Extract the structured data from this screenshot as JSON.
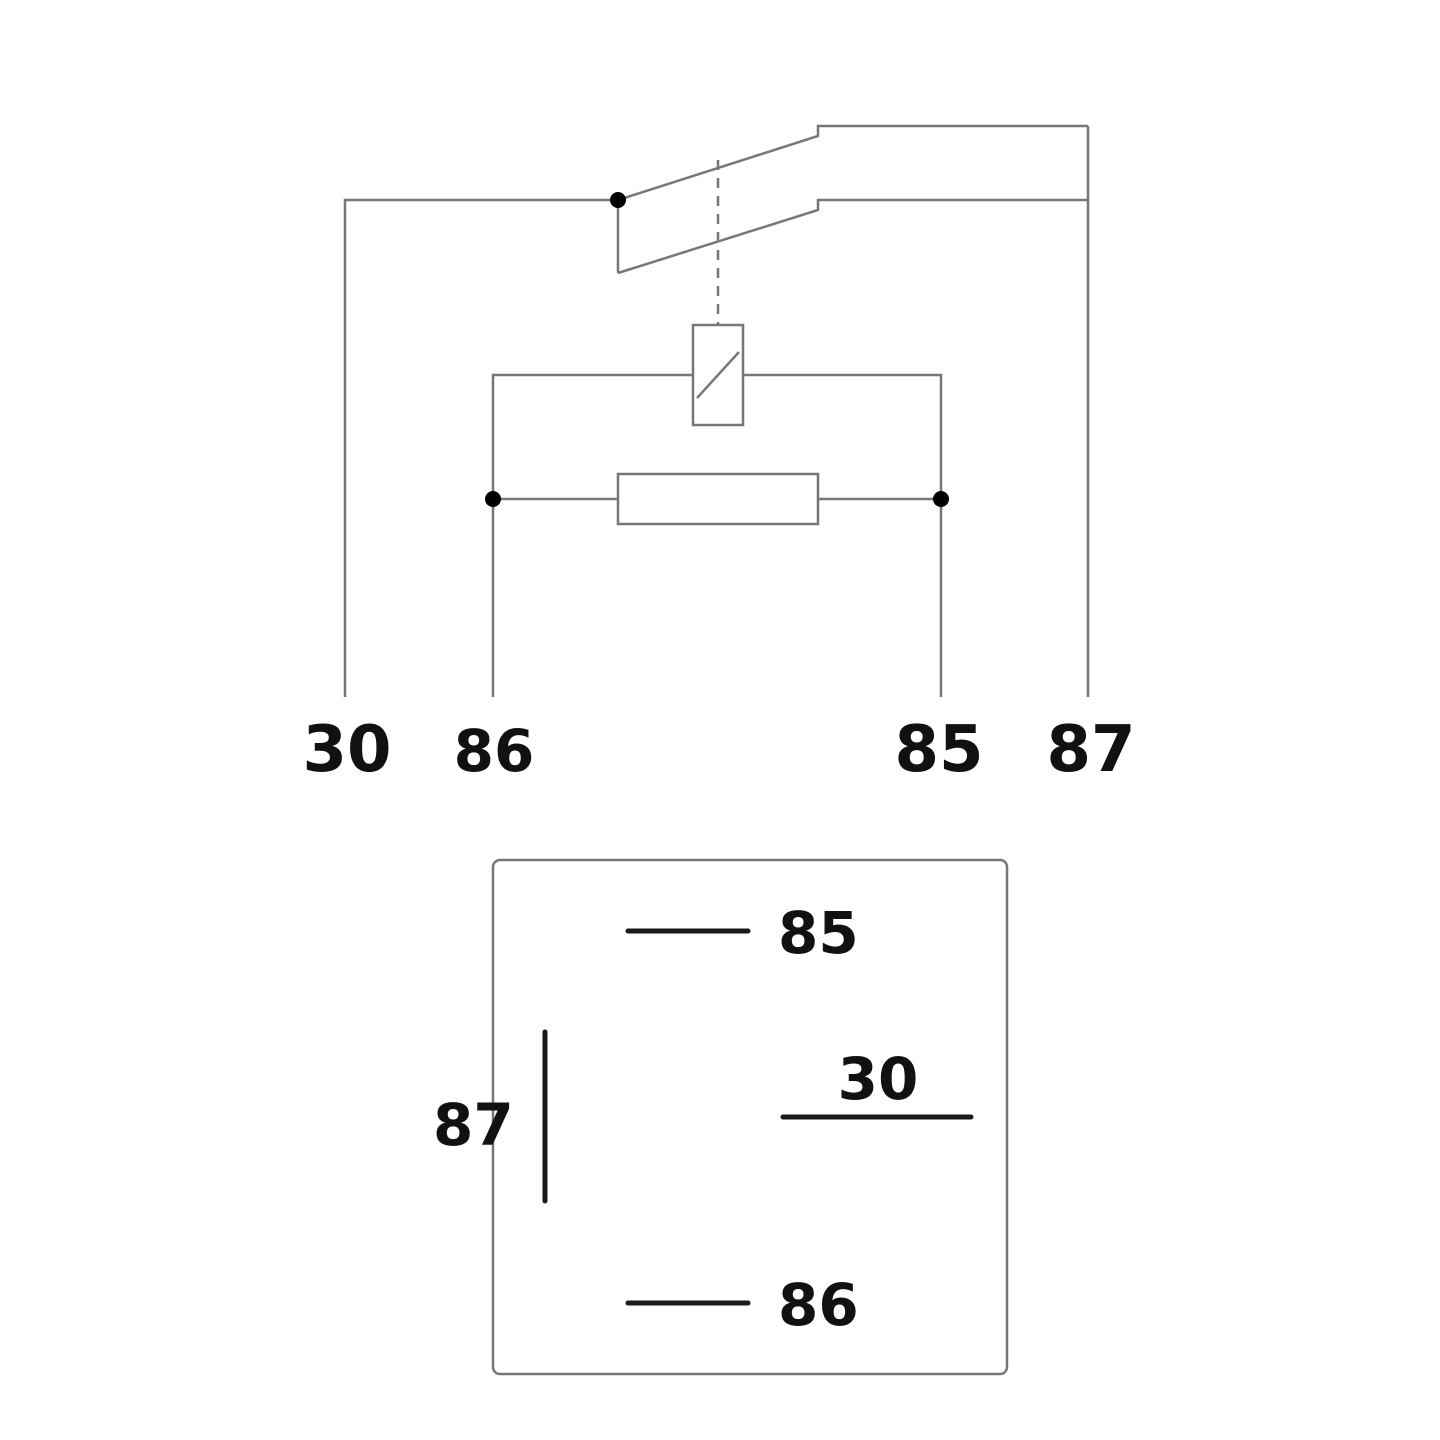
{
  "schematic": {
    "terminals": [
      {
        "id": "t30",
        "label": "30"
      },
      {
        "id": "t86",
        "label": "86"
      },
      {
        "id": "t85",
        "label": "85"
      },
      {
        "id": "t87",
        "label": "87"
      }
    ]
  },
  "pinout": {
    "pins": [
      {
        "id": "p85",
        "label": "85"
      },
      {
        "id": "p30",
        "label": "30"
      },
      {
        "id": "p87",
        "label": "87"
      },
      {
        "id": "p86",
        "label": "86"
      }
    ]
  },
  "colors": {
    "wire": "#777777",
    "node": "#000000",
    "pin_bar": "#1a1a1a",
    "label": "#111111",
    "background": "#ffffff"
  }
}
